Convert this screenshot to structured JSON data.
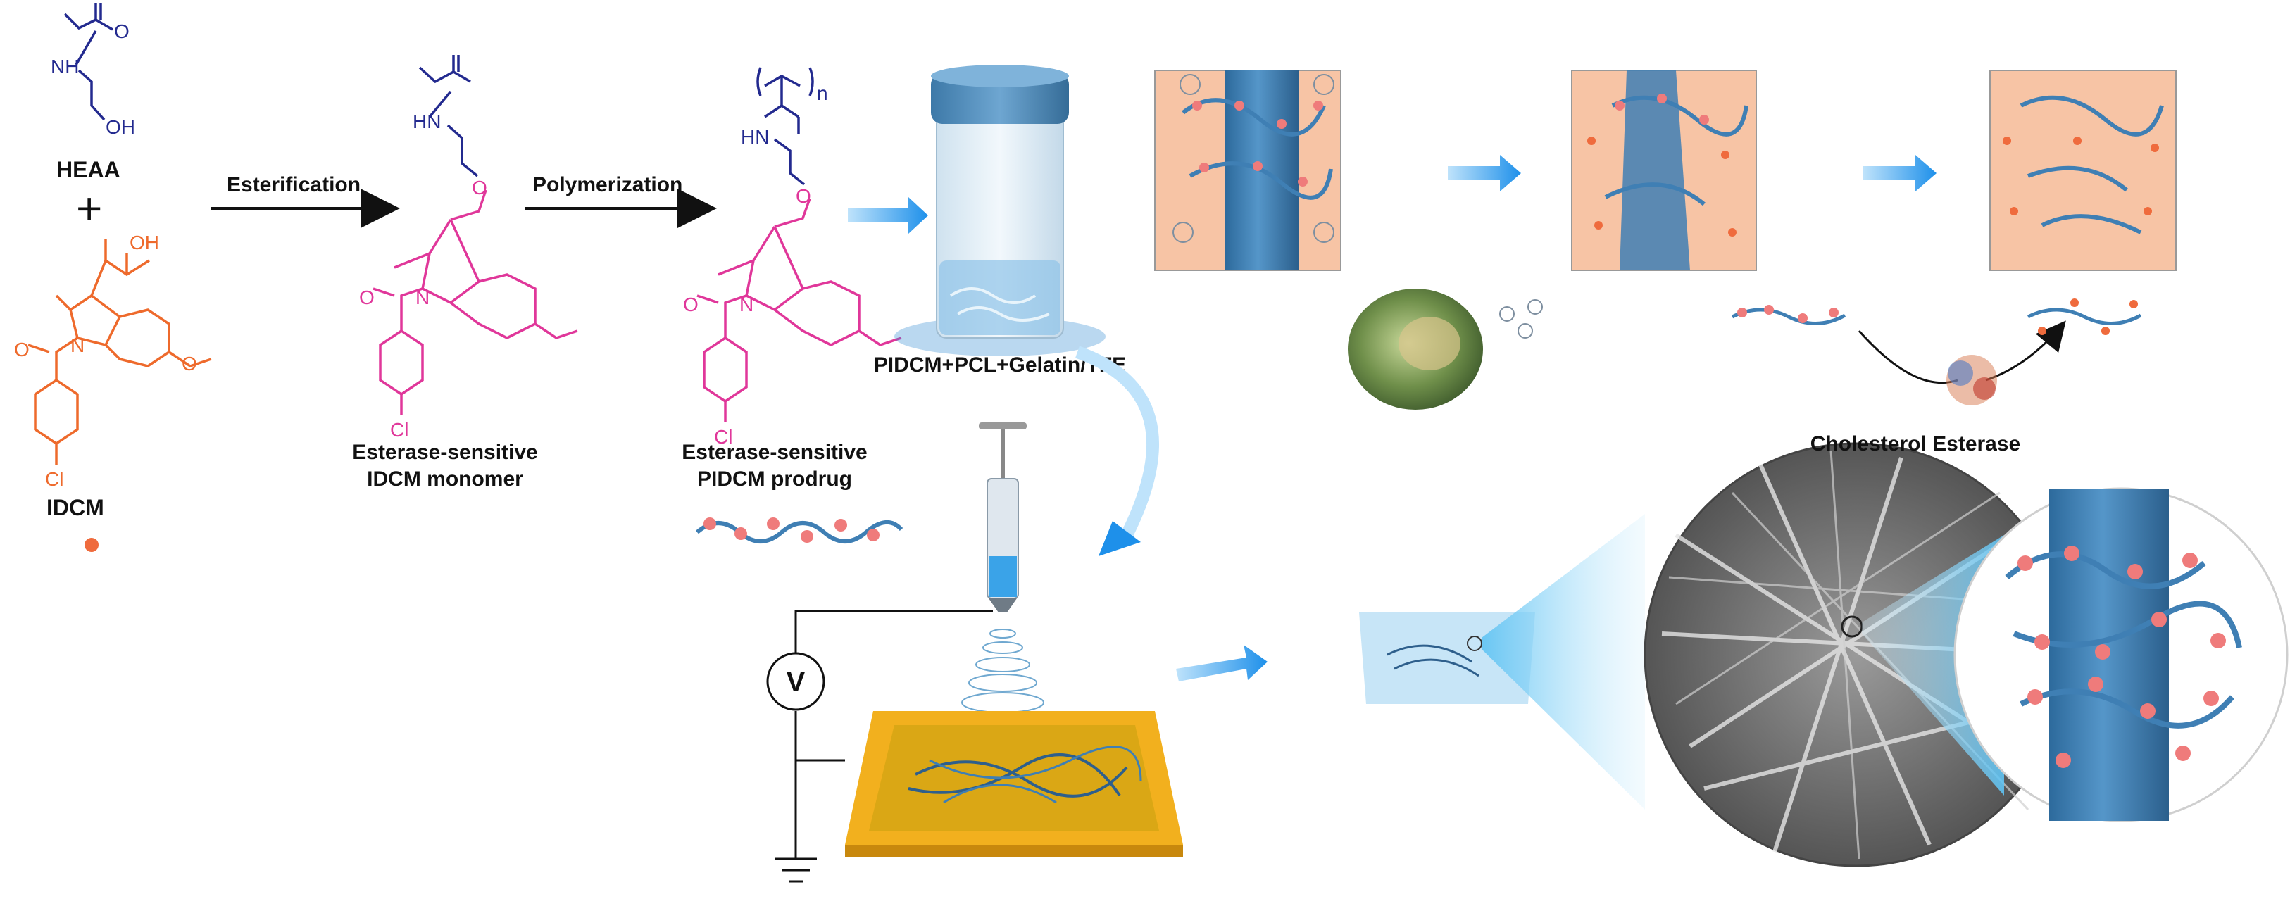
{
  "compounds": {
    "heaa": {
      "name": "HEAA",
      "nh": "NH",
      "oh": "OH",
      "o": "O"
    },
    "plus": "+",
    "idcm": {
      "name": "IDCM",
      "oh": "OH",
      "o": "O",
      "n": "N",
      "cl": "Cl"
    },
    "monomer": {
      "line1": "Esterase-sensitive",
      "line2": "IDCM monomer",
      "hn": "HN",
      "o": "O",
      "n": "N",
      "cl": "Cl"
    },
    "prodrug": {
      "line1": "Esterase-sensitive",
      "line2": "PIDCM prodrug",
      "hn": "HN",
      "o": "O",
      "n": "N",
      "cl": "Cl",
      "n_sub": "n"
    }
  },
  "reactions": {
    "step1": "Esterification",
    "step2": "Polymerization"
  },
  "solution": {
    "label": "PIDCM+PCL+Gelatin/TFE"
  },
  "electrospinning": {
    "voltmeter": "V"
  },
  "degradation": {
    "enzyme": "Cholesterol Esterase"
  },
  "colors": {
    "blue_chem": "#232a8f",
    "pink_chem": "#e0379a",
    "orange_chem": "#ee6a2c",
    "fiber_blue": "#3f7fb4",
    "bead_pink": "#ef7b7b",
    "panel_peach": "#f7c4a5",
    "collector_gold": "#f2b01e",
    "arrow_blue": "#2e9ef0"
  }
}
